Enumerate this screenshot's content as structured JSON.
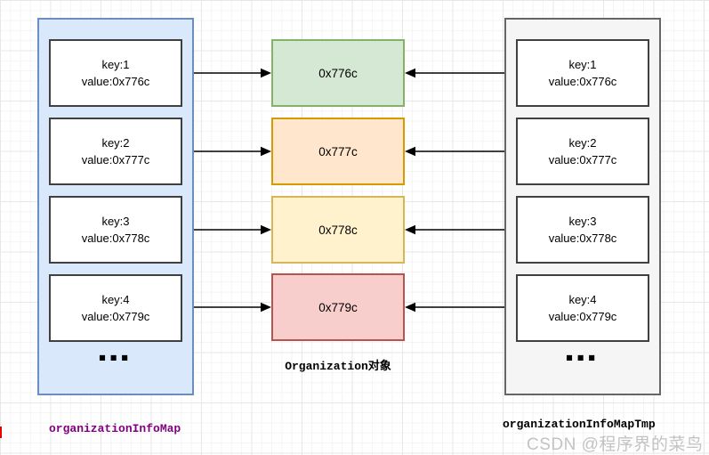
{
  "diagram": {
    "left_map": {
      "label": "organizationInfoMap",
      "label_color": "#800080",
      "container_fill": "#dae8fc",
      "container_stroke": "#6c8ebf",
      "ellipsis": "■■■",
      "entries": [
        {
          "key": "key:1",
          "value": "value:0x776c"
        },
        {
          "key": "key:2",
          "value": "value:0x777c"
        },
        {
          "key": "key:3",
          "value": "value:0x778c"
        },
        {
          "key": "key:4",
          "value": "value:0x779c"
        }
      ]
    },
    "right_map": {
      "label": "organizationInfoMapTmp",
      "label_color": "#000000",
      "container_fill": "#f5f5f5",
      "container_stroke": "#666666",
      "ellipsis": "■■■",
      "entries": [
        {
          "key": "key:1",
          "value": "value:0x776c"
        },
        {
          "key": "key:2",
          "value": "value:0x777c"
        },
        {
          "key": "key:3",
          "value": "value:0x778c"
        },
        {
          "key": "key:4",
          "value": "value:0x779c"
        }
      ]
    },
    "objects": {
      "label": "Organization对象",
      "items": [
        {
          "text": "0x776c",
          "fill": "#d5e8d4",
          "stroke": "#82b366"
        },
        {
          "text": "0x777c",
          "fill": "#ffe6cc",
          "stroke": "#d79b00"
        },
        {
          "text": "0x778c",
          "fill": "#fff2cc",
          "stroke": "#d6b656"
        },
        {
          "text": "0x779c",
          "fill": "#f8cecc",
          "stroke": "#b85450"
        }
      ]
    },
    "watermark": {
      "text": "CSDN @程序界的菜鸟",
      "color": "#b9b9b9"
    }
  }
}
